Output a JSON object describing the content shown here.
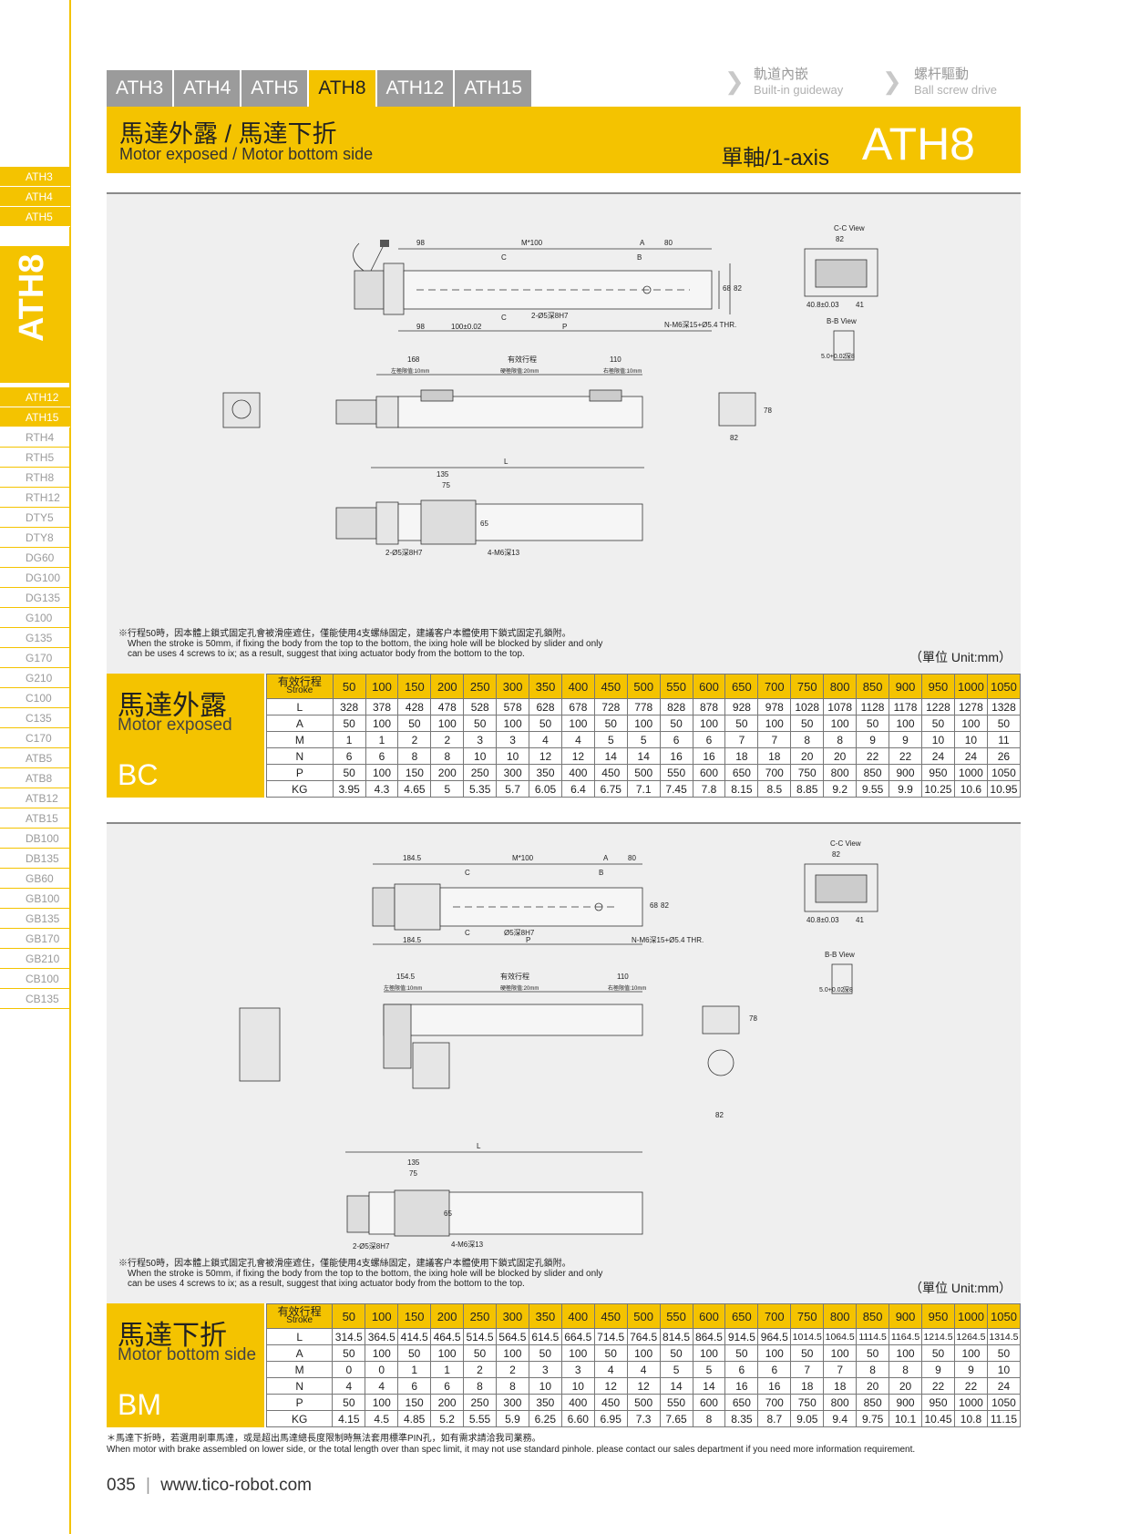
{
  "tabs": [
    "ATH3",
    "ATH4",
    "ATH5",
    "ATH8",
    "ATH12",
    "ATH15"
  ],
  "crumbs": [
    {
      "cn": "軌道內嵌",
      "en": "Built-in guideway"
    },
    {
      "cn": "螺杆驅動",
      "en": "Ball screw drive"
    }
  ],
  "header": {
    "title_cn": "馬達外露 / 馬達下折",
    "title_en": "Motor exposed / Motor bottom side",
    "axis": "單軸/1-axis",
    "model": "ATH8"
  },
  "sidebar": {
    "top": [
      "ATH3",
      "ATH4",
      "ATH5"
    ],
    "current": "ATH8",
    "bottom": [
      "ATH12",
      "ATH15",
      "RTH4",
      "RTH5",
      "RTH8",
      "RTH12",
      "DTY5",
      "DTY8",
      "DG60",
      "DG100",
      "DG135",
      "G100",
      "G135",
      "G170",
      "G210",
      "C100",
      "C135",
      "C170",
      "ATB5",
      "ATB8",
      "ATB12",
      "ATB15",
      "DB100",
      "DB135",
      "GB60",
      "GB100",
      "GB135",
      "GB170",
      "GB210",
      "CB100",
      "CB135"
    ]
  },
  "drawing1": {
    "cc_view": "C-C View",
    "bb_view": "B-B View",
    "d98": "98",
    "m100": "M*100",
    "a": "A",
    "d80": "80",
    "c": "C",
    "b": "B",
    "d68": "68",
    "d82": "82",
    "hole1": "2-Ø5深8H7",
    "hole2": "N-M6深15+Ø5.4 THR.",
    "tol": "100±0.02",
    "p": "P",
    "cc_dim": "40.8±0.03",
    "cc_41": "41",
    "bb_tol": "5.0+0.02",
    "bb_depth": "深8",
    "d168": "168",
    "stroke_cn": "有效行程",
    "d110": "110",
    "lim_left": "左極限值:10mm",
    "lim_mid": "硬極限值:20mm",
    "lim_right": "右極限值:10mm",
    "d78": "78",
    "l": "L",
    "d135": "135",
    "d75": "75",
    "d65": "65",
    "hole3": "2-Ø5深8H7",
    "hole4": "4-M6深13"
  },
  "drawing2": {
    "cc_view": "C-C View",
    "bb_view": "B-B View",
    "d184": "184.5",
    "m100": "M*100",
    "a": "A",
    "d80": "80",
    "c": "C",
    "b": "B",
    "d68": "68",
    "d82": "82",
    "hole1": "Ø5深8H7",
    "hole2": "N-M6深15+Ø5.4 THR.",
    "p": "P",
    "cc_dim": "40.8±0.03",
    "cc_41": "41",
    "bb_tol": "5.0+0.02",
    "bb_depth": "深8",
    "d154": "154.5",
    "stroke_cn": "有效行程",
    "d110": "110",
    "lim_left": "左極限值:10mm",
    "lim_mid": "硬極限值:20mm",
    "lim_right": "右極限值:10mm",
    "d78": "78",
    "l": "L",
    "d135": "135",
    "d75": "75",
    "d65": "65",
    "hole3": "2-Ø5深8H7",
    "hole4": "4-M6深13"
  },
  "note": {
    "cn": "※行程50時，因本體上鎖式固定孔會被滑座遮住，僅能使用4支螺絲固定，建議客户本體使用下鎖式固定孔鎖附。",
    "en1": "When the stroke is 50mm, if fixing the body from the top to the bottom, the ixing hole will be blocked by slider and only",
    "en2": "can be uses 4 screws to ix; as a result, suggest that ixing actuator body from the bottom to the top."
  },
  "unit": "（單位 Unit:mm）",
  "stroke_label_cn": "有效行程",
  "stroke_label_en": "Stroke",
  "strokes": [
    "50",
    "100",
    "150",
    "200",
    "250",
    "300",
    "350",
    "400",
    "450",
    "500",
    "550",
    "600",
    "650",
    "700",
    "750",
    "800",
    "850",
    "900",
    "950",
    "1000",
    "1050"
  ],
  "table_bc": {
    "name_cn": "馬達外露",
    "name_en": "Motor exposed",
    "code": "BC",
    "rows": [
      {
        "k": "L",
        "v": [
          "328",
          "378",
          "428",
          "478",
          "528",
          "578",
          "628",
          "678",
          "728",
          "778",
          "828",
          "878",
          "928",
          "978",
          "1028",
          "1078",
          "1128",
          "1178",
          "1228",
          "1278",
          "1328"
        ]
      },
      {
        "k": "A",
        "v": [
          "50",
          "100",
          "50",
          "100",
          "50",
          "100",
          "50",
          "100",
          "50",
          "100",
          "50",
          "100",
          "50",
          "100",
          "50",
          "100",
          "50",
          "100",
          "50",
          "100",
          "50"
        ]
      },
      {
        "k": "M",
        "v": [
          "1",
          "1",
          "2",
          "2",
          "3",
          "3",
          "4",
          "4",
          "5",
          "5",
          "6",
          "6",
          "7",
          "7",
          "8",
          "8",
          "9",
          "9",
          "10",
          "10",
          "11"
        ]
      },
      {
        "k": "N",
        "v": [
          "6",
          "6",
          "8",
          "8",
          "10",
          "10",
          "12",
          "12",
          "14",
          "14",
          "16",
          "16",
          "18",
          "18",
          "20",
          "20",
          "22",
          "22",
          "24",
          "24",
          "26"
        ]
      },
      {
        "k": "P",
        "v": [
          "50",
          "100",
          "150",
          "200",
          "250",
          "300",
          "350",
          "400",
          "450",
          "500",
          "550",
          "600",
          "650",
          "700",
          "750",
          "800",
          "850",
          "900",
          "950",
          "1000",
          "1050"
        ]
      },
      {
        "k": "KG",
        "v": [
          "3.95",
          "4.3",
          "4.65",
          "5",
          "5.35",
          "5.7",
          "6.05",
          "6.4",
          "6.75",
          "7.1",
          "7.45",
          "7.8",
          "8.15",
          "8.5",
          "8.85",
          "9.2",
          "9.55",
          "9.9",
          "10.25",
          "10.6",
          "10.95"
        ]
      }
    ]
  },
  "table_bm": {
    "name_cn": "馬達下折",
    "name_en": "Motor bottom side",
    "code": "BM",
    "rows": [
      {
        "k": "L",
        "v": [
          "314.5",
          "364.5",
          "414.5",
          "464.5",
          "514.5",
          "564.5",
          "614.5",
          "664.5",
          "714.5",
          "764.5",
          "814.5",
          "864.5",
          "914.5",
          "964.5",
          "1014.5",
          "1064.5",
          "1114.5",
          "1164.5",
          "1214.5",
          "1264.5",
          "1314.5"
        ]
      },
      {
        "k": "A",
        "v": [
          "50",
          "100",
          "50",
          "100",
          "50",
          "100",
          "50",
          "100",
          "50",
          "100",
          "50",
          "100",
          "50",
          "100",
          "50",
          "100",
          "50",
          "100",
          "50",
          "100",
          "50"
        ]
      },
      {
        "k": "M",
        "v": [
          "0",
          "0",
          "1",
          "1",
          "2",
          "2",
          "3",
          "3",
          "4",
          "4",
          "5",
          "5",
          "6",
          "6",
          "7",
          "7",
          "8",
          "8",
          "9",
          "9",
          "10"
        ]
      },
      {
        "k": "N",
        "v": [
          "4",
          "4",
          "6",
          "6",
          "8",
          "8",
          "10",
          "10",
          "12",
          "12",
          "14",
          "14",
          "16",
          "16",
          "18",
          "18",
          "20",
          "20",
          "22",
          "22",
          "24"
        ]
      },
      {
        "k": "P",
        "v": [
          "50",
          "100",
          "150",
          "200",
          "250",
          "300",
          "350",
          "400",
          "450",
          "500",
          "550",
          "600",
          "650",
          "700",
          "750",
          "800",
          "850",
          "900",
          "950",
          "1000",
          "1050"
        ]
      },
      {
        "k": "KG",
        "v": [
          "4.15",
          "4.5",
          "4.85",
          "5.2",
          "5.55",
          "5.9",
          "6.25",
          "6.60",
          "6.95",
          "7.3",
          "7.65",
          "8",
          "8.35",
          "8.7",
          "9.05",
          "9.4",
          "9.75",
          "10.1",
          "10.45",
          "10.8",
          "11.15"
        ]
      }
    ]
  },
  "footnote": {
    "cn": "＊馬達下折時，若選用剎車馬達，或是超出馬達總長度限制時無法套用標準PIN孔，如有需求請洽我司業務。",
    "en": "When motor with brake assembled on lower side, or the total length over than spec limit, it may not use standard pinhole. please contact our sales department if you need more information requirement."
  },
  "page": {
    "number": "035",
    "url": "www.tico-robot.com"
  }
}
